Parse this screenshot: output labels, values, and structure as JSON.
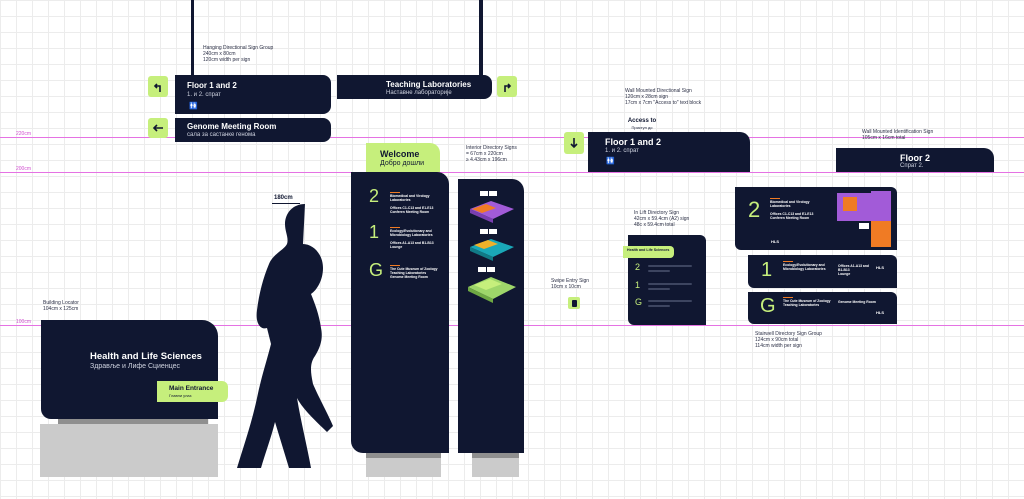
{
  "guides": {
    "g220": "220cm",
    "g200": "200cm",
    "g100": "100cm"
  },
  "hanging": {
    "note": "Hanging Directional Sign Group\n240cm x 80cm\n120cm width per sign",
    "sign1": {
      "title": "Floor 1 and 2",
      "subtitle": "1. и 2. спрат"
    },
    "sign2": {
      "title": "Teaching Laboratories",
      "subtitle": "Наставне лабораторије"
    },
    "sign3": {
      "title": "Genome Meeting Room",
      "subtitle": "сала за састанке генома"
    }
  },
  "wall_directional": {
    "note": "Wall Mounted Directional Sign\n120cm x 28cm sign\n17cm x 7cm \"Access to\" text block",
    "access_title": "Access to",
    "access_sub": "Приступ до",
    "title": "Floor 1 and 2",
    "subtitle": "1. и 2. спрат"
  },
  "wall_id": {
    "note": "Wall Mounted Identification Sign\n105cm x 16cm total",
    "title": "Floor 2",
    "subtitle": "Спрат 2."
  },
  "person": {
    "height": "180cm"
  },
  "welcome": {
    "title": "Welcome",
    "subtitle": "Добро дошли"
  },
  "interior": {
    "note": "Interior Directory Signs\n= 67cm x 220cm\n≥ 4.43cm x 196cm"
  },
  "directory": {
    "f2": "2",
    "f1": "1",
    "fg": "G",
    "f2_items": [
      "Biomedical and Virology Laboratories",
      "Offices C1-C13 and E1-E13",
      "Conferen Meeting Room"
    ],
    "f1_items": [
      "Ecology/Evolutionary and Microbiology Laboratories",
      "Offices A1-A13 and B1-B13",
      "Lounge"
    ],
    "fg_items": [
      "The Cute Museum of Zoology",
      "Teaching Laboratories",
      "Genome Meeting Room"
    ]
  },
  "locator": {
    "note": "Building Locator\n104cm x 125cm",
    "title": "Health and Life Sciences",
    "subtitle": "Здравље и Лифе Сциенцес",
    "entrance": "Main Entrance",
    "entrance_sub": "Главни улаз"
  },
  "swipe": {
    "note": "Swipe Entry Sign\n10cm x 10cm"
  },
  "lift": {
    "note": "In Lift Directory Sign\n42cm x 59.4cm (A2) sign\n48c x 59.4cm total",
    "header": "Health and Life Sciences",
    "f2": "2",
    "f1": "1",
    "fg": "G"
  },
  "stairwell": {
    "note": "Stairwell Directory Sign Group\n124cm x 90cm total\n114cm width per sign",
    "f2": "2",
    "f1": "1",
    "fg": "G",
    "f2_items": [
      "Biomedical and Virology Laboratories",
      "Offices C1-C13 and E1-E13",
      "Conferen Meeting Room"
    ],
    "f1_items": [
      "Ecology/Evolutionary and Microbiology Laboratories",
      "Offices A1-A13 and B1-B13",
      "Lounge"
    ],
    "fg_items": [
      "The Cute Museum of Zoology",
      "Teaching Laboratories",
      "Genome Meeting Room"
    ],
    "logo": "HLS"
  },
  "colors": {
    "navy": "#101731",
    "lime": "#c6ef7c",
    "guide": "#e572e3",
    "purple": "#a25bd8",
    "orange": "#f07b24",
    "teal": "#1aa8b8"
  }
}
